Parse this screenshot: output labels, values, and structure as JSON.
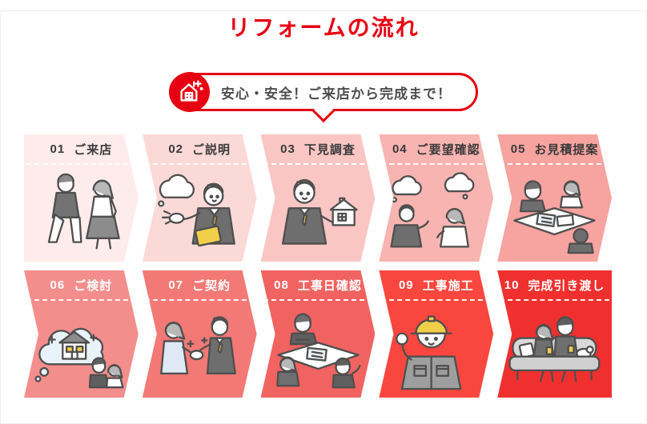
{
  "page": {
    "title": "リフォームの流れ",
    "title_color": "#e60012",
    "background": "#ffffff"
  },
  "badge": {
    "text": "安心・安全！ご来店から完成まで！",
    "icon": "house-sparkle-icon",
    "accent_color": "#e60012",
    "text_color": "#4d4d4d"
  },
  "steps": [
    {
      "num": "01",
      "label": "ご来店",
      "color": "#fdeceb",
      "text_color": "#3a3a3a",
      "illustration": "couple-walking"
    },
    {
      "num": "02",
      "label": "ご説明",
      "color": "#fbd9d7",
      "text_color": "#3a3a3a",
      "illustration": "salesman-explaining"
    },
    {
      "num": "03",
      "label": "下見調査",
      "color": "#f9c6c4",
      "text_color": "#3a3a3a",
      "illustration": "surveyor-with-house"
    },
    {
      "num": "04",
      "label": "ご要望確認",
      "color": "#f8b4b1",
      "text_color": "#3a3a3a",
      "illustration": "request-discussion"
    },
    {
      "num": "05",
      "label": "お見積提案",
      "color": "#f7a3a0",
      "text_color": "#3a3a3a",
      "illustration": "estimate-meeting"
    },
    {
      "num": "06",
      "label": "ご検討",
      "color": "#f38e8c",
      "text_color": "#ffffff",
      "illustration": "family-considering-house"
    },
    {
      "num": "07",
      "label": "ご契約",
      "color": "#f27976",
      "text_color": "#ffffff",
      "illustration": "contract-handshake"
    },
    {
      "num": "08",
      "label": "工事日確認",
      "color": "#f16361",
      "text_color": "#ffffff",
      "illustration": "schedule-meeting"
    },
    {
      "num": "09",
      "label": "工事施工",
      "color": "#f9473f",
      "text_color": "#ffffff",
      "illustration": "construction-worker"
    },
    {
      "num": "10",
      "label": "完成引き渡し",
      "color": "#f0302f",
      "text_color": "#ffffff",
      "illustration": "couple-on-sofa"
    }
  ]
}
